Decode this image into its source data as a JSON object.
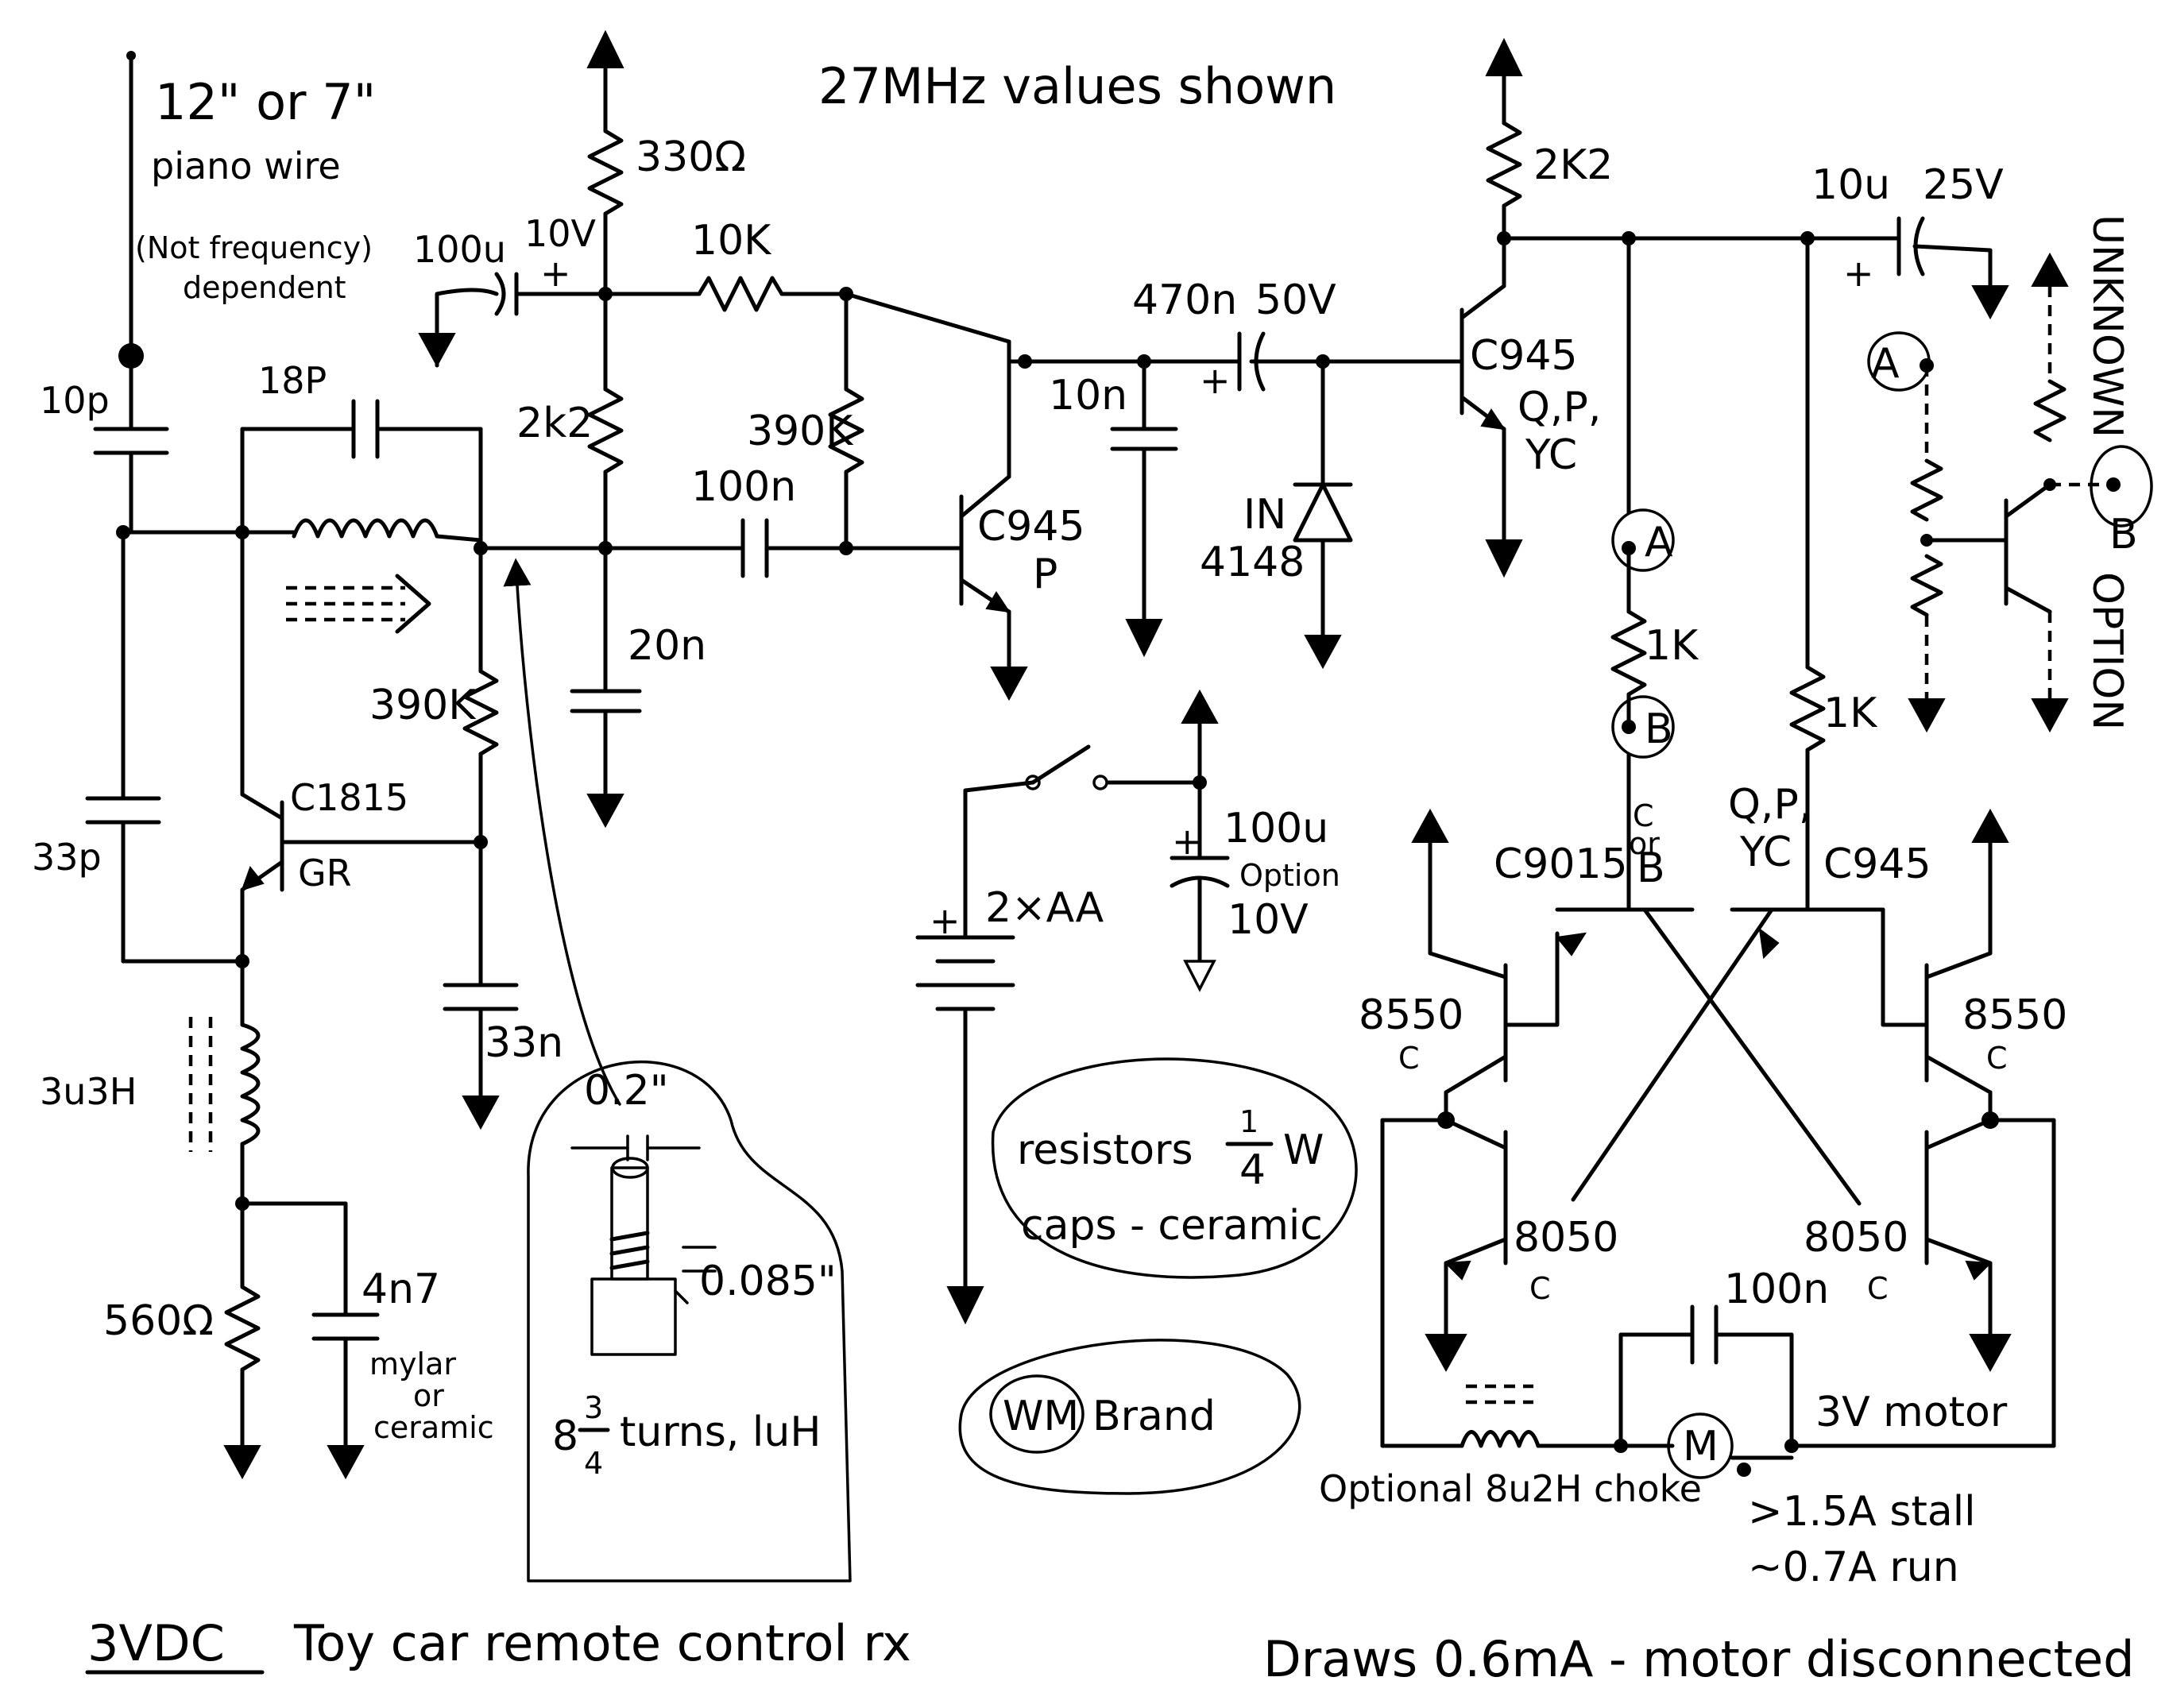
{
  "labels": {
    "title_top": "27MHz values shown",
    "antenna_len": "12\" or 7\"",
    "antenna_wire": "piano wire",
    "not_freq_1": "(Not frequency)",
    "not_freq_2": "dependent",
    "c_10p": "10p",
    "c_18p": "18P",
    "c_33p": "33p",
    "c_100u_10v_val": "100u",
    "c_100u_10v_volt": "10V",
    "plus": "+",
    "r_330": "330Ω",
    "r_10k": "10K",
    "r_2k2_a": "2k2",
    "r_390k_a": "390K",
    "c_100n_a": "100n",
    "c_20n": "20n",
    "r_390k_b": "390K",
    "q_c1815": "C1815",
    "q_c1815_gr": "GR",
    "c_33n": "33n",
    "l_3u3h": "3u3H",
    "r_560": "560Ω",
    "c_4n7": "4n7",
    "mylar": "mylar",
    "or_small": "or",
    "ceramic_small": "ceramic",
    "q_c945_p_name": "C945",
    "q_c945_p_grade": "P",
    "c_10n": "10n",
    "c_470n_val": "470n",
    "c_470n_volt": "50V",
    "d_1n4148_a": "IN",
    "d_1n4148_b": "4148",
    "q_c945_q_name": "C945",
    "q_c945_q_grade1": "Q,P,",
    "q_c945_q_grade2": "YC",
    "r_2k2_b": "2K2",
    "c_10u_val": "10u",
    "c_10u_volt": "25V",
    "node_a": "A",
    "node_b": "B",
    "r_1k_a": "1K",
    "r_1k_b": "1K",
    "unknown": "UNKNOWN",
    "option": "OPTION",
    "battery": "2×AA",
    "c_100u_opt_val": "100u",
    "c_100u_opt_note": "Option",
    "c_100u_opt_volt": "10V",
    "q_c9015": "C9015",
    "c_or_b_1": "C",
    "c_or_b_2": "or",
    "c_or_b_3": "B",
    "q_right_grade1": "Q,P,",
    "q_right_grade2": "YC",
    "q_c945_right": "C945",
    "q_8550_l": "8550",
    "q_8550_l_grade": "C",
    "q_8550_r": "8550",
    "q_8550_r_grade": "C",
    "q_8050_l": "8050",
    "q_8050_l_grade": "C",
    "q_8050_r": "8050",
    "q_8050_r_grade": "C",
    "c_100n_motor": "100n",
    "motor_m": "M",
    "motor_3v": "3V motor",
    "choke": "Optional 8u2H choke",
    "stall": ">1.5A stall",
    "run": "~0.7A run",
    "resistors_note": "resistors",
    "resistors_frac_top": "1",
    "resistors_frac_bot": "4",
    "resistors_w": "W",
    "caps_note": "caps - ceramic",
    "brand_logo": "WM",
    "brand_word": "Brand",
    "coil_dim_top": "0.2\"",
    "coil_dim_side": "0.085\"",
    "coil_turns_whole": "8",
    "coil_turns_num": "3",
    "coil_turns_den": "4",
    "coil_turns_text": "turns, luH",
    "footer_3vdc": "3VDC",
    "footer_left": "Toy car remote control rx",
    "footer_right": "Draws 0.6mA - motor disconnected"
  }
}
